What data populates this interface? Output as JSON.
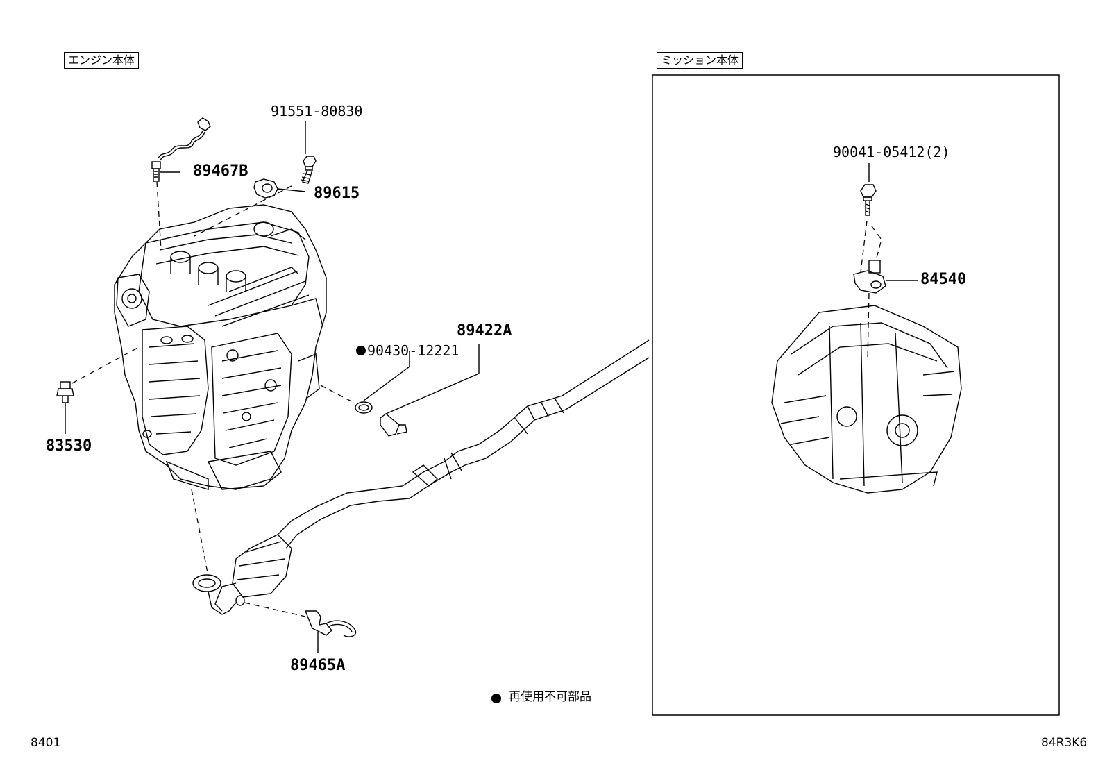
{
  "sections": {
    "engine": "エンジン本体",
    "transmission": "ミッション本体"
  },
  "parts": {
    "p91551": "91551-80830",
    "p89467B": "89467B",
    "p89615": "89615",
    "p83530": "83530",
    "p90430": "90430-12221",
    "p89422A": "89422A",
    "p89465A": "89465A",
    "p90041": "90041-05412(2)",
    "p84540": "84540"
  },
  "legend": {
    "bullet": "●",
    "text": "再使用不可部品"
  },
  "footer": {
    "left_code": "8401",
    "right_code": "84R3K6"
  }
}
